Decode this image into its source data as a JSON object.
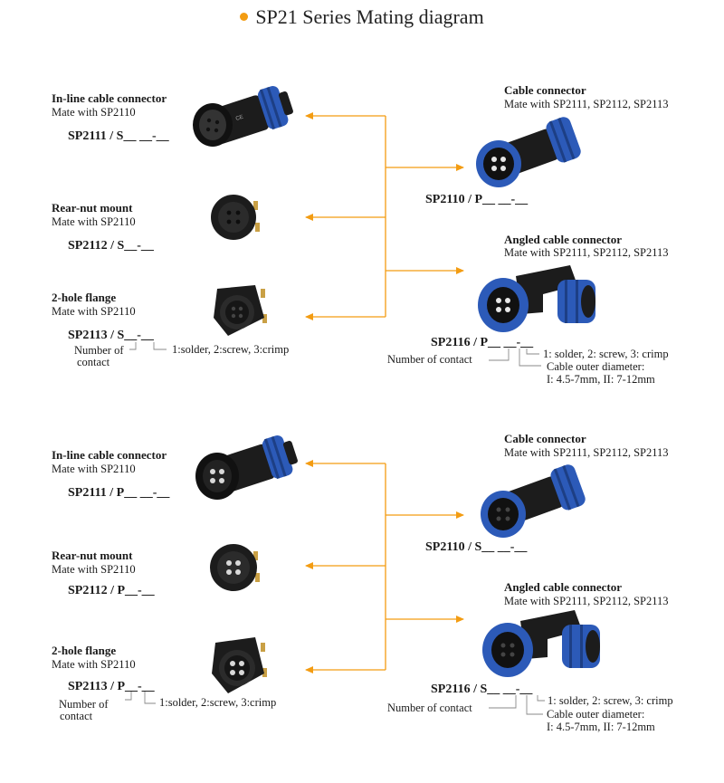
{
  "title": "SP21 Series Mating diagram",
  "colors": {
    "accent": "#f39c12",
    "connector_body": "#1c1c1c",
    "connector_nut": "#2c5ab8"
  },
  "section_female": {
    "left": [
      {
        "heading": "In-line cable connector",
        "mate": "Mate with  SP2110",
        "part": "SP2111 / S__ __-__"
      },
      {
        "heading": "Rear-nut mount",
        "mate": "Mate with  SP2110",
        "part": "SP2112 / S__-__"
      },
      {
        "heading": "2-hole flange",
        "mate": "Mate with  SP2110",
        "part": "SP2113 / S__-__"
      }
    ],
    "left_notes": {
      "contact_1": "Number of",
      "contact_2": "contact",
      "termination": "1:solder, 2:screw, 3:crimp"
    },
    "right": [
      {
        "heading": "Cable connector",
        "mate": "Mate with SP2111, SP2112, SP2113",
        "part": "SP2110 / P__ __-__"
      },
      {
        "heading": "Angled cable connector",
        "mate": "Mate with  SP2111,  SP2112, SP2113",
        "part": "SP2116 / P__ __-__"
      }
    ],
    "right_notes": {
      "contact": "Number of contact",
      "termination": "1: solder, 2: screw, 3: crimp",
      "diameter_1": "Cable outer diameter:",
      "diameter_2": "I: 4.5-7mm, II: 7-12mm"
    }
  },
  "section_male": {
    "left": [
      {
        "heading": "In-line cable connector",
        "mate": "Mate with  SP2110",
        "part": "SP2111 / P__ __-__"
      },
      {
        "heading": "Rear-nut mount",
        "mate": "Mate with  SP2110",
        "part": "SP2112 / P__-__"
      },
      {
        "heading": "2-hole flange",
        "mate": "Mate with  SP2110",
        "part": "SP2113 / P__-__"
      }
    ],
    "left_notes": {
      "contact_1": "Number of",
      "contact_2": "contact",
      "termination": "1:solder, 2:screw, 3:crimp"
    },
    "right": [
      {
        "heading": "Cable connector",
        "mate": "Mate with SP2111, SP2112, SP2113",
        "part": "SP2110 / S__ __-__"
      },
      {
        "heading": "Angled cable connector",
        "mate": "Mate with  SP2111,  SP2112, SP2113",
        "part": "SP2116 / S__ __-__"
      }
    ],
    "right_notes": {
      "contact": "Number of contact",
      "termination": "1: solder, 2: screw, 3: crimp",
      "diameter_1": "Cable outer diameter:",
      "diameter_2": "I: 4.5-7mm, II: 7-12mm"
    }
  }
}
